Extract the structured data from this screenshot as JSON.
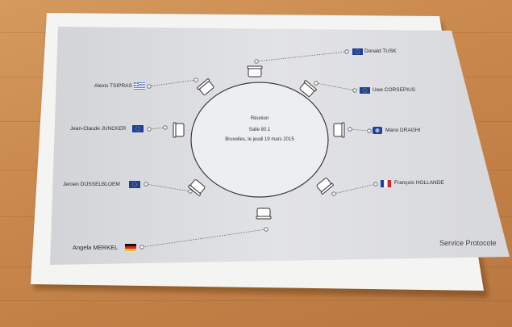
{
  "meeting": {
    "heading": "Réunion",
    "room": "Salle 80.1",
    "place_date": "Bruxelles, le jeudi 19 mars 2015"
  },
  "participants": [
    {
      "id": "tusk",
      "name": "Donald TUSK",
      "flag": "eu-flag-icon"
    },
    {
      "id": "corsepius",
      "name": "Uwe CORSEPIUS",
      "flag": "eu-flag-icon"
    },
    {
      "id": "draghi",
      "name": "Mario DRAGHI",
      "flag": "ecb-logo-icon"
    },
    {
      "id": "hollande",
      "name": "François HOLLANDE",
      "flag": "france-flag-icon"
    },
    {
      "id": "merkel",
      "name": "Angela MERKEL",
      "flag": "germany-flag-icon"
    },
    {
      "id": "dijsselbloem",
      "name": "Jeroen DIJSSELBLOEM",
      "flag": "eu-flag-icon"
    },
    {
      "id": "juncker",
      "name": "Jean-Claude JUNCKER",
      "flag": "eu-flag-icon"
    },
    {
      "id": "tsipras",
      "name": "Alexis TSIPRAS",
      "flag": "greece-flag-icon"
    }
  ],
  "footer": "Service Protocole",
  "colors": {
    "wood": "#c98a4e",
    "paper": "#f4f4f2",
    "paper_panel": "#dcdde0",
    "eu_blue": "#1f3f9c",
    "eu_gold": "#f2cf2b"
  }
}
